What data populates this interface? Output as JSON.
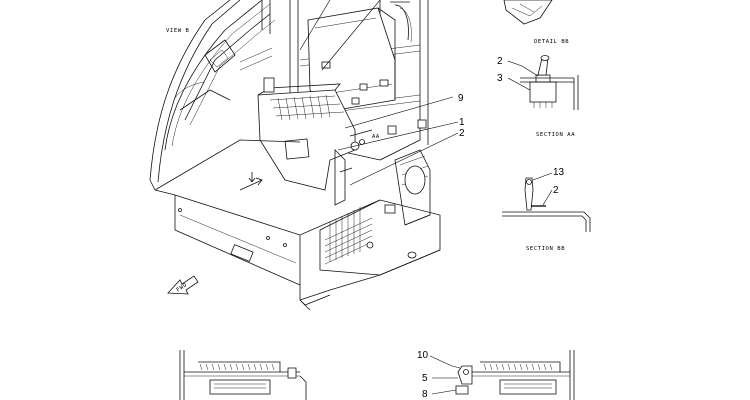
{
  "labels": {
    "view": "VIEW B",
    "detail": "DETAIL BB",
    "section_aa": "SECTION AA",
    "section_bb": "SECTION BB",
    "fwd": "FWD",
    "aa_marker": "AA"
  },
  "callouts": {
    "c9": "9",
    "c1": "1",
    "c2_main": "2",
    "c2_aa": "2",
    "c3_aa": "3",
    "c13": "13",
    "c2_bb": "2",
    "c10": "10",
    "c5": "5",
    "c8": "8"
  }
}
